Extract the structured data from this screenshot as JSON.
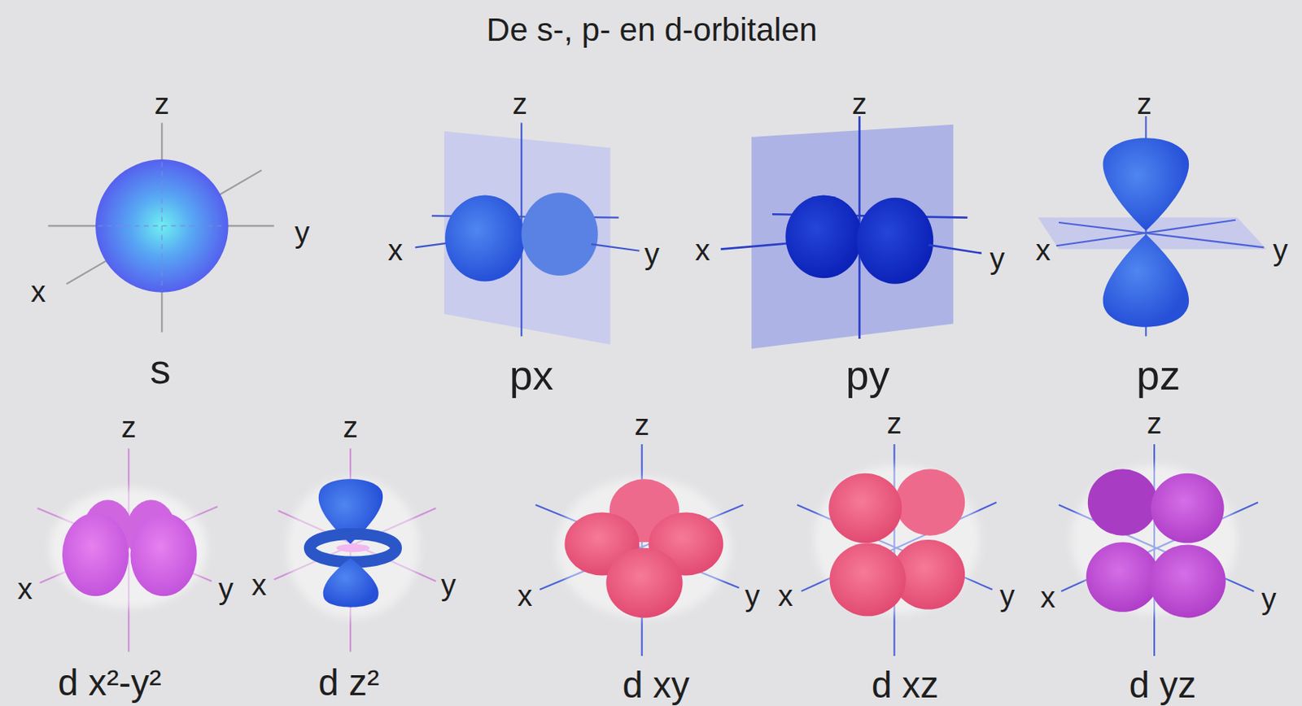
{
  "diagram": {
    "title": "De s-, p- en d-orbitalen",
    "labels": [
      "z",
      "y",
      "x",
      "s",
      "z",
      "x",
      "y",
      "px",
      "z",
      "x",
      "y",
      "py",
      "z",
      "x",
      "y",
      "pz",
      "z",
      "x",
      "y",
      "d x²-y²",
      "z",
      "x",
      "y",
      "d z²",
      "z",
      "x",
      "y",
      "d xy",
      "z",
      "x",
      "y",
      "d xz",
      "z",
      "x",
      "y",
      "d yz"
    ]
  }
}
